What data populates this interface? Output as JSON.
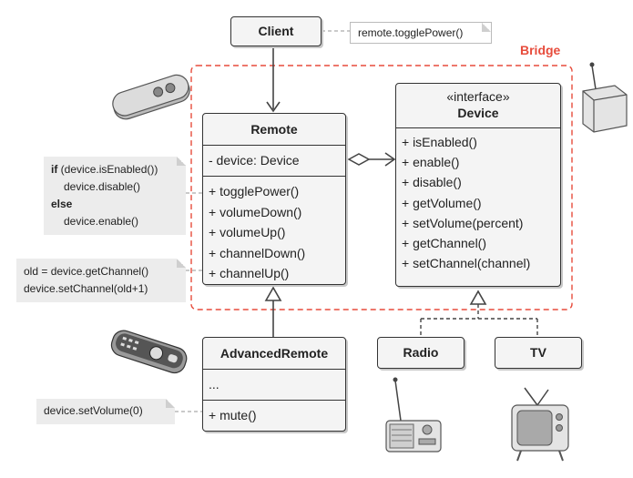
{
  "bridge_label": "Bridge",
  "client": {
    "title": "Client",
    "note": "remote.togglePower()"
  },
  "remote": {
    "title": "Remote",
    "field": "- device: Device",
    "methods": [
      "+ togglePower()",
      "+ volumeDown()",
      "+ volumeUp()",
      "+ channelDown()",
      "+ channelUp()"
    ]
  },
  "device": {
    "stereotype": "«interface»",
    "title": "Device",
    "methods": [
      "+ isEnabled()",
      "+ enable()",
      "+ disable()",
      "+ getVolume()",
      "+ setVolume(percent)",
      "+ getChannel()",
      "+ setChannel(channel)"
    ]
  },
  "advanced_remote": {
    "title": "AdvancedRemote",
    "field": "...",
    "method": "+ mute()"
  },
  "radio": {
    "title": "Radio"
  },
  "tv": {
    "title": "TV"
  },
  "notes": {
    "toggle": {
      "kw_if": "if",
      "cond": " (device.isEnabled())",
      "then": "device.disable()",
      "kw_else": "else",
      "else_body": "device.enable()"
    },
    "channel_up": [
      "old = device.getChannel()",
      "device.setChannel(old+1)"
    ],
    "mute": "device.setVolume(0)"
  },
  "icons": [
    "remote-icon",
    "universal-remote-icon",
    "device-box-icon",
    "radio-icon",
    "tv-icon"
  ],
  "colors": {
    "bridge": "#e74c3c",
    "box_fill": "#f4f4f4",
    "note_fill": "#ececec"
  }
}
